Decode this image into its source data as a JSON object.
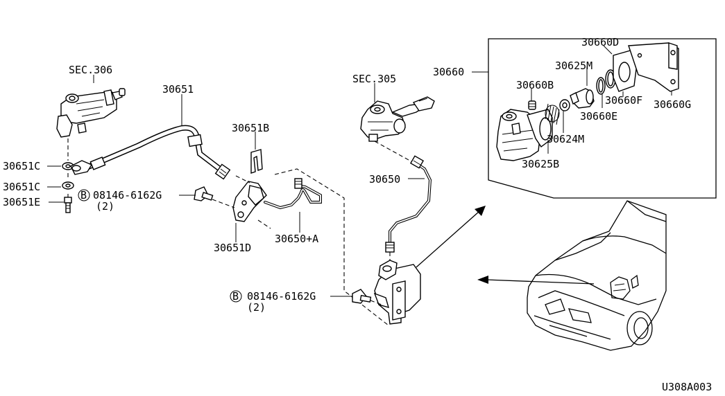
{
  "labels": {
    "sec306": "SEC.306",
    "p30651": "30651",
    "p30651B": "30651B",
    "p30651C_a": "30651C",
    "p30651C_b": "30651C",
    "p30651E": "30651E",
    "bolt1_pn": "08146-6162G",
    "bolt1_qty": "(2)",
    "p30651D": "30651D",
    "p30650A": "30650+A",
    "sec305": "SEC.305",
    "p30650": "30650",
    "bolt2_pn": "08146-6162G",
    "bolt2_qty": "(2)",
    "p30660": "30660",
    "p30660D": "30660D",
    "p30625M": "30625M",
    "p30660B": "30660B",
    "p30660F": "30660F",
    "p30660G": "30660G",
    "p30660E": "30660E",
    "p30624M": "30624M",
    "p30625B": "30625B",
    "bolt_letter": "B",
    "diagram_id": "U308A003"
  }
}
